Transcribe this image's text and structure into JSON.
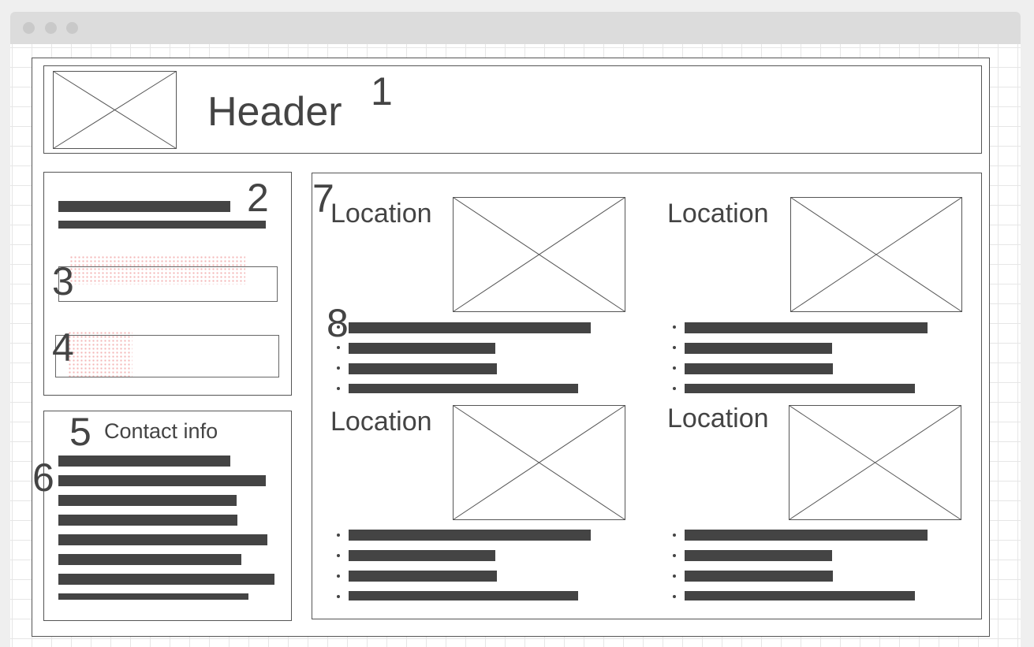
{
  "window": {
    "controls": [
      "close-dot",
      "minimize-dot",
      "maximize-dot"
    ]
  },
  "header": {
    "title": "Header",
    "marker": "1"
  },
  "sidebar": {
    "markers": {
      "intro": "2",
      "field_one": "3",
      "field_two": "4"
    }
  },
  "contact": {
    "marker": "5",
    "title": "Contact info",
    "list_marker": "6"
  },
  "locations": {
    "marker": "7",
    "list_marker": "8",
    "cards": [
      {
        "title": "Location"
      },
      {
        "title": "Location"
      },
      {
        "title": "Location"
      },
      {
        "title": "Location"
      }
    ]
  },
  "colors": {
    "ink": "#444444",
    "window_chrome": "#dcdcdc",
    "highlight_dots": "#f3b6b6"
  },
  "icons": {
    "image_placeholder": "image-placeholder-icon"
  }
}
